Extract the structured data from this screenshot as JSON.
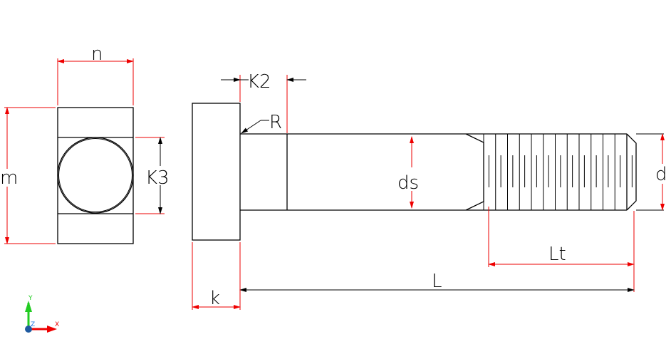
{
  "drawing": {
    "title": "T-head bolt",
    "labels": {
      "n": "n",
      "m": "m",
      "k3": "K3",
      "k2": "K2",
      "r": "R",
      "ds": "ds",
      "d": "d",
      "lt": "Lt",
      "l": "L",
      "k": "k"
    },
    "ucs": {
      "x": "X",
      "y": "Y",
      "z": "Z"
    },
    "colors": {
      "geometry": "#000000",
      "dimension": "#e00000",
      "ucs_x": "#e00000",
      "ucs_y": "#22cc22",
      "ucs_z": "#1e78e6"
    }
  }
}
